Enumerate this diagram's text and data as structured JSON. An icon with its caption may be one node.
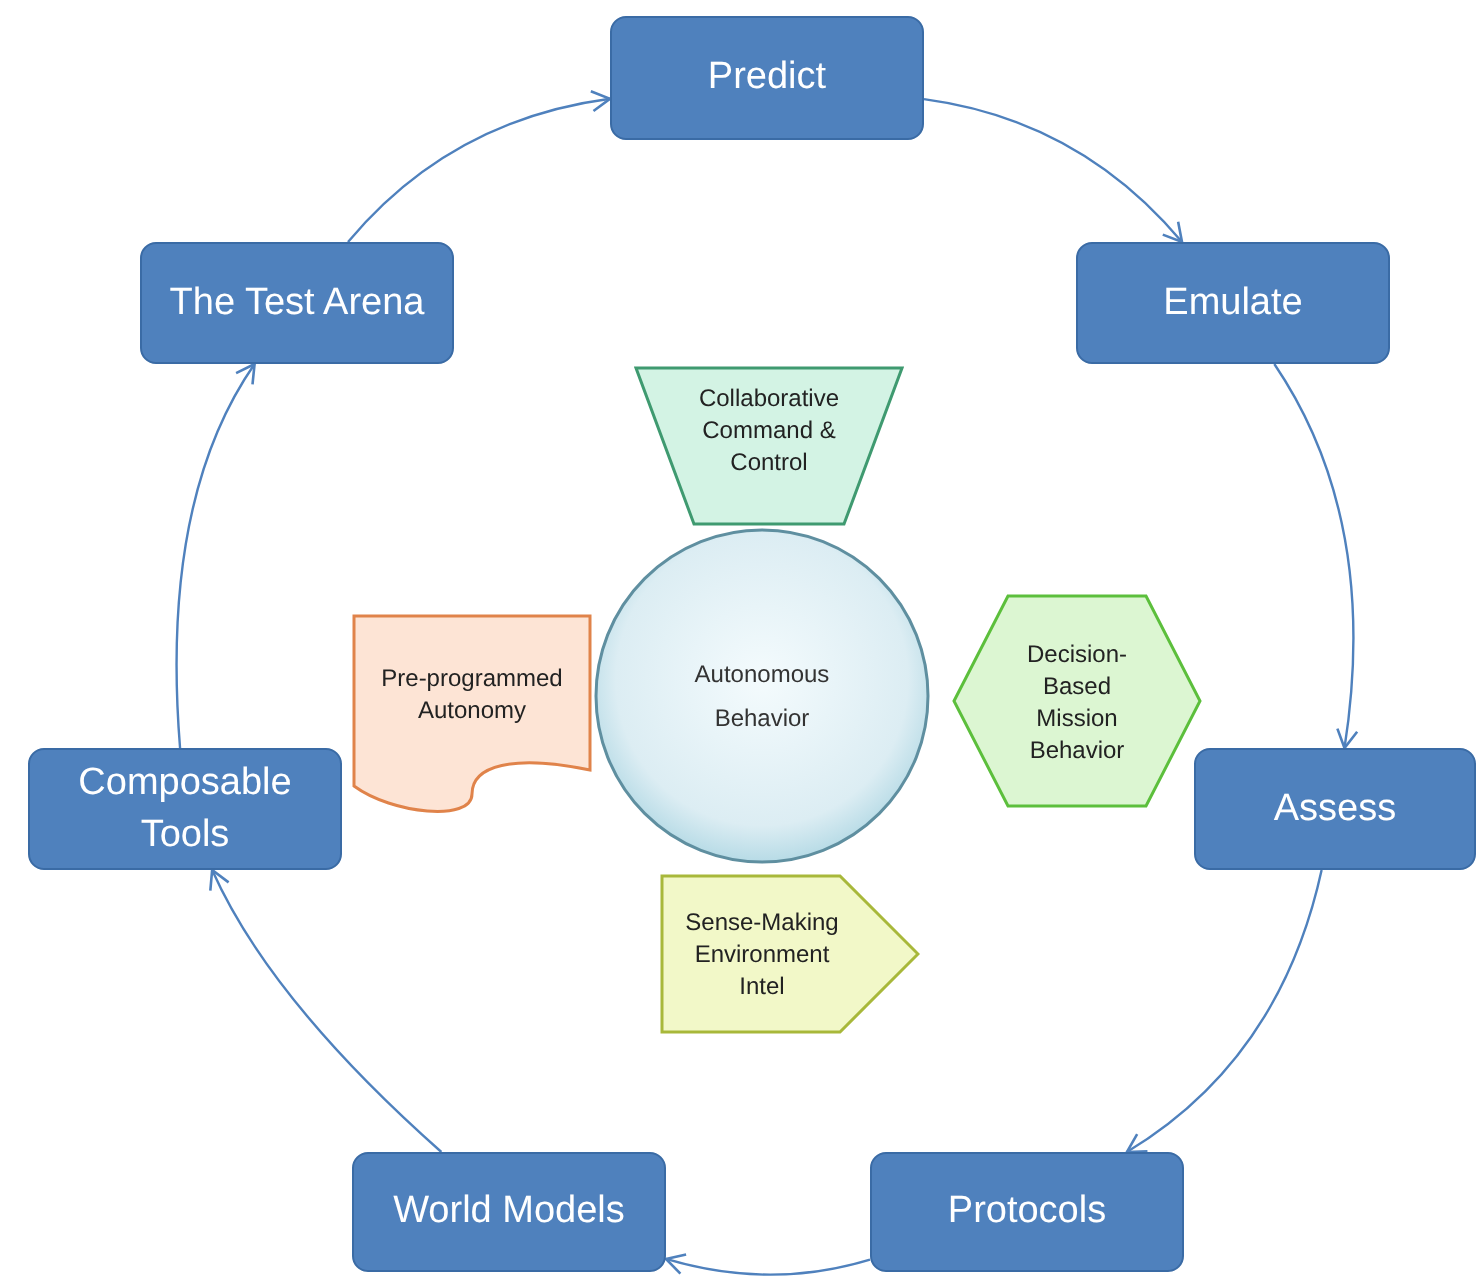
{
  "diagram": {
    "nodes": [
      {
        "text": [
          "Predict"
        ]
      },
      {
        "text": [
          "Emulate"
        ]
      },
      {
        "text": [
          "Assess"
        ]
      },
      {
        "text": [
          "Protocols"
        ]
      },
      {
        "text": [
          "World Models"
        ]
      },
      {
        "text": [
          "Composable Tools"
        ]
      },
      {
        "text": [
          "The Test Arena"
        ]
      },
      {
        "text": [
          "Autonomous Behavior"
        ]
      },
      {
        "text": [
          "Collaborative Command & Control"
        ]
      },
      {
        "text": [
          "Pre-programmed Autonomy"
        ]
      },
      {
        "text": [
          "Decision-Based Mission Behavior"
        ]
      },
      {
        "text": [
          "Sense-Making Environment Intel"
        ]
      }
    ],
    "edges": [
      {
        "from": 6,
        "to": 0,
        "arrow": "to"
      },
      {
        "from": 0,
        "to": 1,
        "arrow": "to"
      },
      {
        "from": 1,
        "to": 2,
        "arrow": "to"
      },
      {
        "from": 2,
        "to": 3,
        "arrow": "to"
      },
      {
        "from": 3,
        "to": 4,
        "arrow": "to"
      },
      {
        "from": 4,
        "to": 5,
        "arrow": "to"
      },
      {
        "from": 5,
        "to": 6,
        "arrow": "to"
      }
    ]
  }
}
